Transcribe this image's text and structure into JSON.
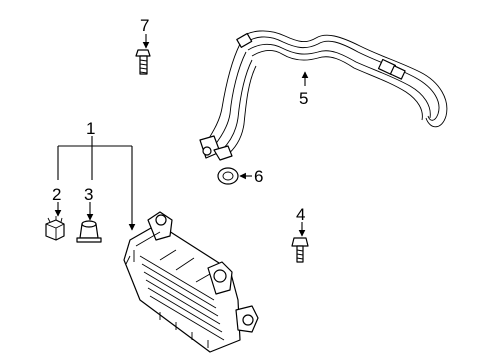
{
  "callouts": [
    {
      "id": "1",
      "label": "1"
    },
    {
      "id": "2",
      "label": "2"
    },
    {
      "id": "3",
      "label": "3"
    },
    {
      "id": "4",
      "label": "4"
    },
    {
      "id": "5",
      "label": "5"
    },
    {
      "id": "6",
      "label": "6"
    },
    {
      "id": "7",
      "label": "7"
    }
  ],
  "parts": {
    "p1": "oil-cooler",
    "p2": "cooler-nut",
    "p3": "cooler-cap",
    "p4": "mounting-bolt",
    "p5": "oil-cooler-lines",
    "p6": "o-ring-seal",
    "p7": "line-bolt"
  }
}
